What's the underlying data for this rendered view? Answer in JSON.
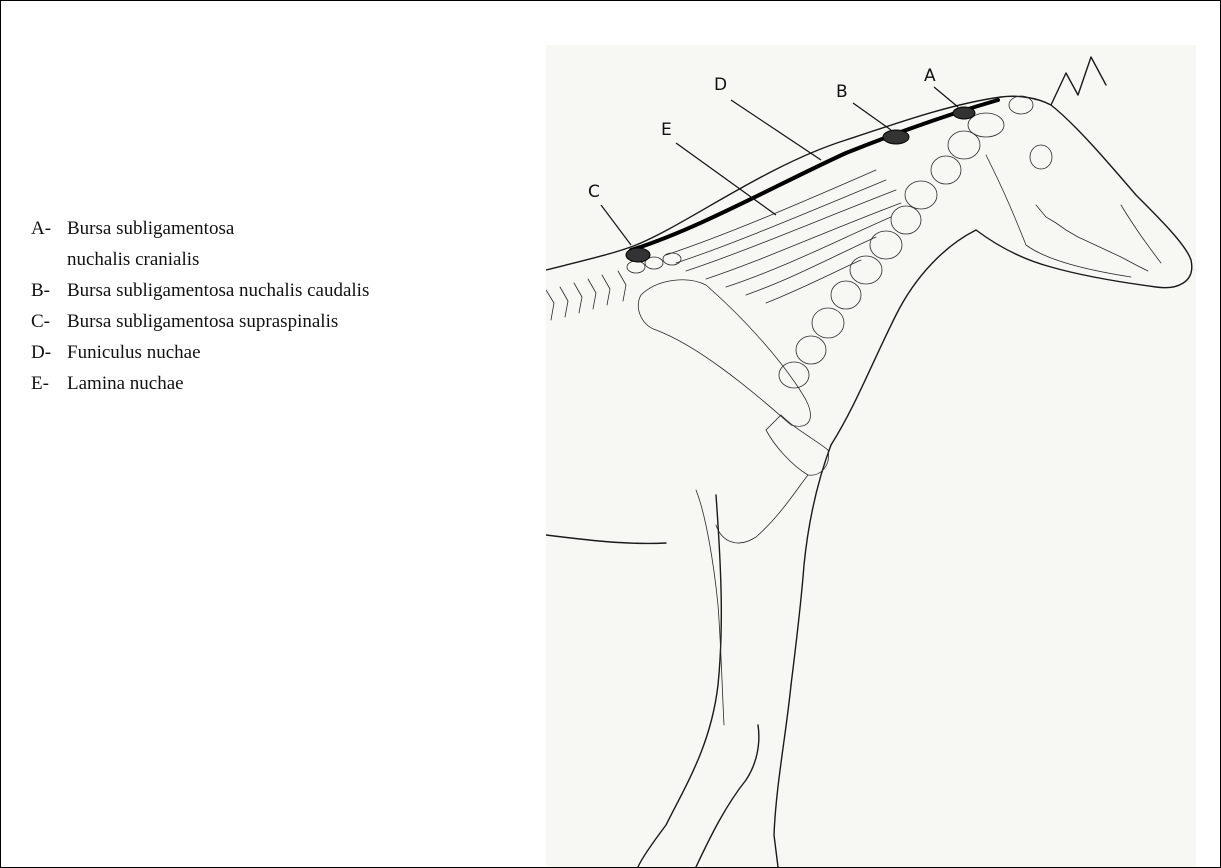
{
  "legend": [
    {
      "key": "A-",
      "text": "Bursa subligamentosa nuchalis cranialis"
    },
    {
      "key": "B-",
      "text": "Bursa subligamentosa nuchalis caudalis"
    },
    {
      "key": "C-",
      "text": "Bursa subligamentosa supraspinalis"
    },
    {
      "key": "D-",
      "text": "Funiculus nuchae"
    },
    {
      "key": "E-",
      "text": "Lamina nuchae"
    }
  ],
  "drawing_labels": {
    "a": "A",
    "b": "B",
    "c": "C",
    "d": "D",
    "e": "E"
  }
}
